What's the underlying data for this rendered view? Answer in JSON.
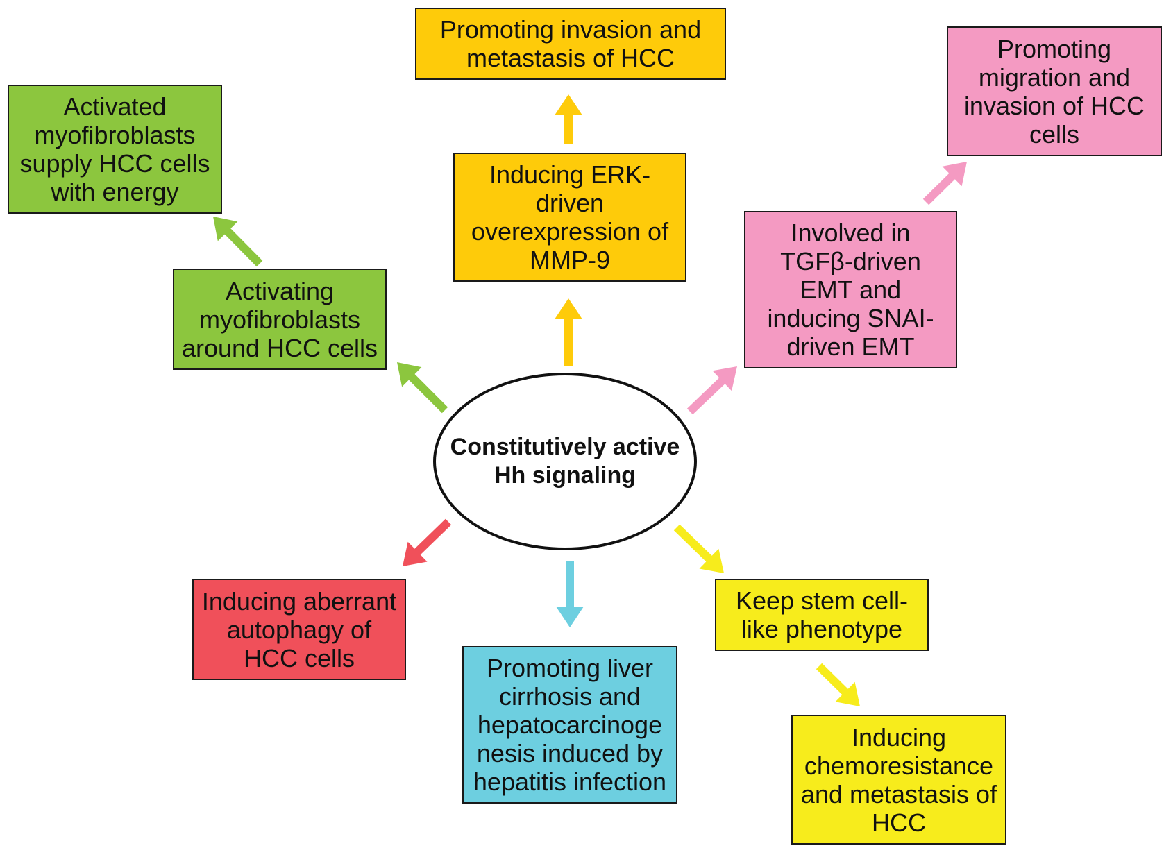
{
  "colors": {
    "green": "#8cc63e",
    "orange": "#fecb0a",
    "pink": "#f49ac2",
    "red": "#f0505a",
    "blue": "#6dcfe0",
    "yellow": "#f7ec1c",
    "border": "#1a1a1a",
    "hub_fill": "#ffffff"
  },
  "hub": {
    "label": "Constitutively active\nHh signaling"
  },
  "nodes": {
    "invasion_metastasis": {
      "label": "Promoting invasion and\nmetastasis of HCC",
      "color": "#fecb0a"
    },
    "erk_mmp9": {
      "label": "Inducing ERK-\ndriven\noverexpression of\nMMP-9",
      "color": "#fecb0a"
    },
    "myofibro_energy": {
      "label": "Activated\nmyofibroblasts\nsupply HCC cells\nwith energy",
      "color": "#8cc63e"
    },
    "activating_myofibro": {
      "label": "Activating\nmyofibroblasts\naround HCC cells",
      "color": "#8cc63e"
    },
    "migration_invasion": {
      "label": "Promoting\nmigration and\ninvasion of HCC\ncells",
      "color": "#f49ac2"
    },
    "tgfb_emt": {
      "label": "Involved in\nTGFβ-driven\nEMT and\ninducing SNAI-\ndriven EMT",
      "color": "#f49ac2"
    },
    "autophagy": {
      "label": "Inducing aberrant\nautophagy of\nHCC cells",
      "color": "#f0505a"
    },
    "cirrhosis": {
      "label": "Promoting liver\ncirrhosis and\nhepatocarcinoge\nnesis induced by\nhepatitis infection",
      "color": "#6dcfe0"
    },
    "stem_cell": {
      "label": "Keep stem cell-\nlike phenotype",
      "color": "#f7ec1c"
    },
    "chemoresistance": {
      "label": "Inducing\nchemoresistance\nand metastasis of\nHCC",
      "color": "#f7ec1c"
    }
  },
  "edges": [
    {
      "from": "hub",
      "to": "erk_mmp9",
      "color": "#fecb0a"
    },
    {
      "from": "erk_mmp9",
      "to": "invasion_metastasis",
      "color": "#fecb0a"
    },
    {
      "from": "hub",
      "to": "activating_myofibro",
      "color": "#8cc63e"
    },
    {
      "from": "activating_myofibro",
      "to": "myofibro_energy",
      "color": "#8cc63e"
    },
    {
      "from": "hub",
      "to": "tgfb_emt",
      "color": "#f49ac2"
    },
    {
      "from": "tgfb_emt",
      "to": "migration_invasion",
      "color": "#f49ac2"
    },
    {
      "from": "hub",
      "to": "autophagy",
      "color": "#f0505a"
    },
    {
      "from": "hub",
      "to": "cirrhosis",
      "color": "#6dcfe0"
    },
    {
      "from": "hub",
      "to": "stem_cell",
      "color": "#f7ec1c"
    },
    {
      "from": "stem_cell",
      "to": "chemoresistance",
      "color": "#f7ec1c"
    }
  ]
}
